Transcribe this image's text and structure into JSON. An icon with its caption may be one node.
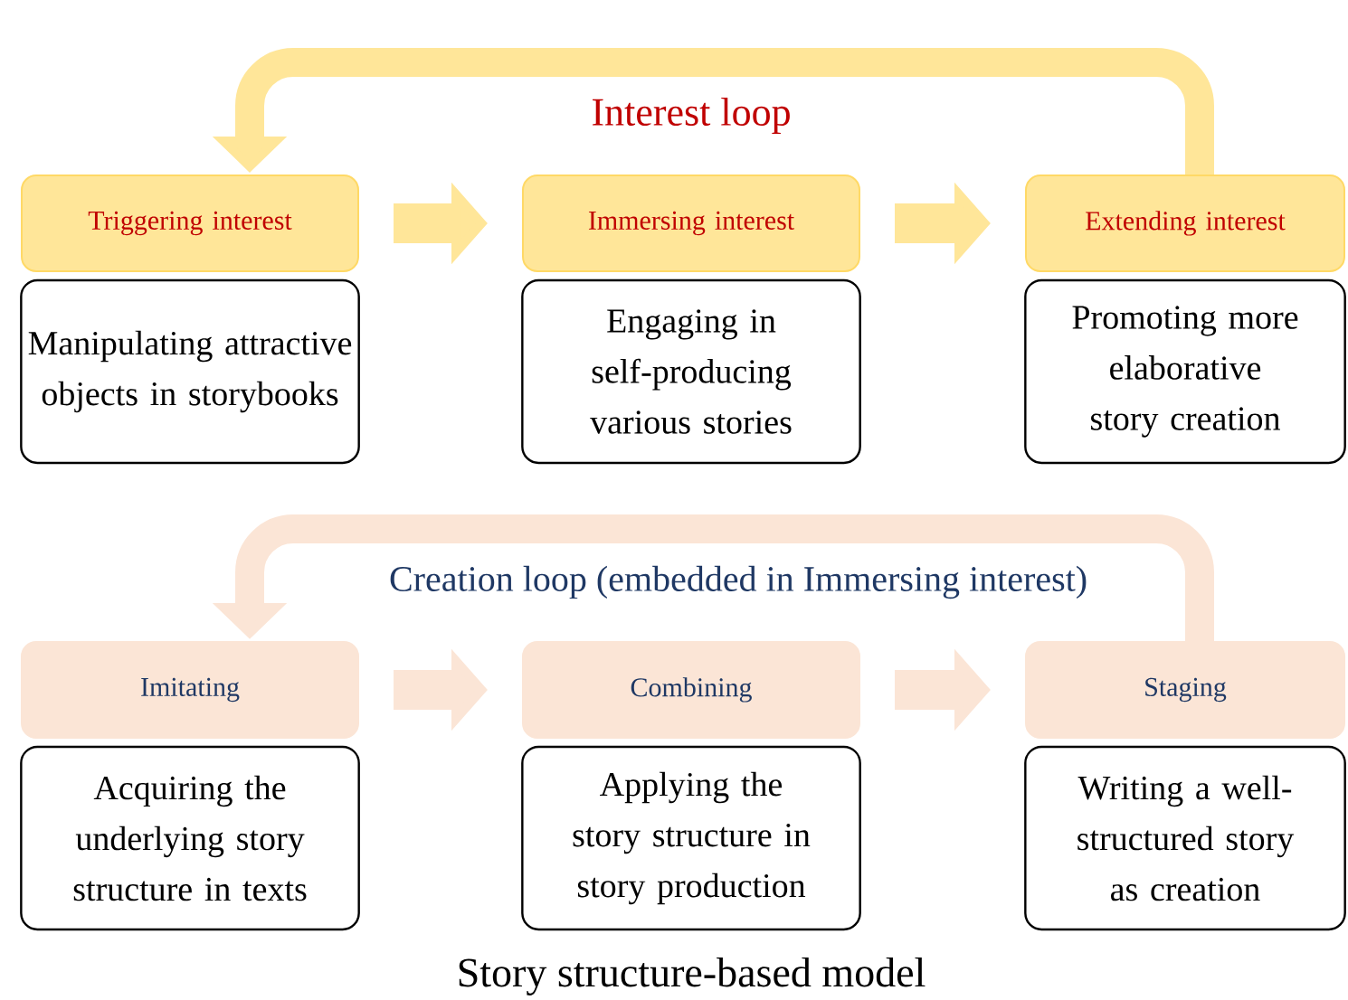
{
  "diagram": {
    "caption": "Story structure-based model",
    "nodes": [
      {
        "text": [
          "Triggering interest"
        ]
      },
      {
        "text": [
          "Manipulating attractive objects in storybooks"
        ]
      },
      {
        "text": [
          "Immersing interest"
        ]
      },
      {
        "text": [
          "Engaging in self-producing various stories"
        ]
      },
      {
        "text": [
          "Extending interest"
        ]
      },
      {
        "text": [
          "Promoting more elaborative story creation"
        ]
      },
      {
        "text": [
          "Imitating"
        ]
      },
      {
        "text": [
          "Acquiring the underlying story structure in texts"
        ]
      },
      {
        "text": [
          "Combining"
        ]
      },
      {
        "text": [
          "Applying the story structure in story production"
        ]
      },
      {
        "text": [
          "Staging"
        ]
      },
      {
        "text": [
          "Writing a well-structured story as creation"
        ]
      }
    ],
    "edges": [
      {
        "from": 0,
        "to": 2,
        "arrow": "to",
        "color": "#ffe699"
      },
      {
        "from": 2,
        "to": 4,
        "arrow": "to",
        "color": "#ffe699"
      },
      {
        "from": 4,
        "to": 0,
        "arrow": "to",
        "color": "#ffe699"
      },
      {
        "from": 6,
        "to": 8,
        "arrow": "to",
        "color": "#fbe5d6"
      },
      {
        "from": 8,
        "to": 10,
        "arrow": "to",
        "color": "#fbe5d6"
      },
      {
        "from": 10,
        "to": 6,
        "arrow": "to",
        "color": "#fbe5d6"
      }
    ],
    "labels": [
      "Interest loop",
      "Creation loop (embedded in Immersing interest)"
    ]
  }
}
